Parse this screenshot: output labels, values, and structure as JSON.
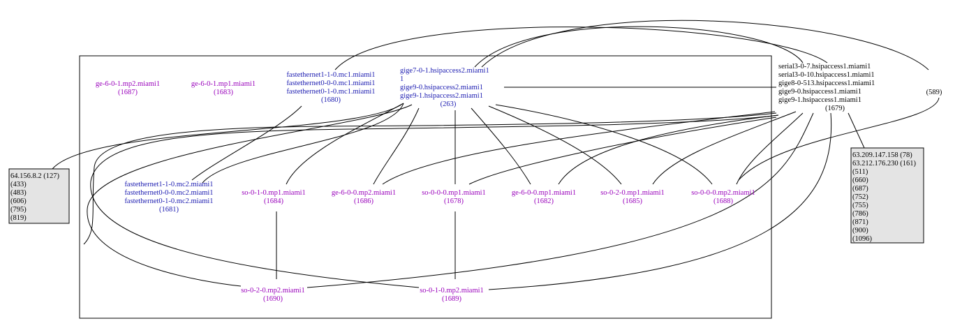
{
  "colors": {
    "purple": "#9900bb",
    "blue": "#1a1ab0",
    "black": "#000000",
    "box_fill": "#e4e4e4"
  },
  "nodes": {
    "n1687": {
      "lines": [
        "ge-6-0-1.mp2.miami1",
        "(1687)"
      ],
      "color": "purple"
    },
    "n1683": {
      "lines": [
        "ge-6-0-1.mp1.miami1",
        "(1683)"
      ],
      "color": "purple"
    },
    "n1680": {
      "lines": [
        "fastethernet1-1-0.mc1.miami1",
        "fastethernet0-0-0.mc1.miami1",
        "fastethernet0-1-0.mc1.miami1",
        "(1680)"
      ],
      "color": "blue"
    },
    "n263": {
      "lines": [
        "gige7-0-1.hsipaccess2.miami1",
        "1",
        "gige9-0.hsipaccess2.miami1",
        "gige9-1.hsipaccess2.miami1",
        "(263)"
      ],
      "color": "blue"
    },
    "n1679": {
      "lines": [
        "serial3-0-7.hsipaccess1.miami1",
        "serial3-0-10.hsipaccess1.miami1",
        "gige8-0-513.hsipaccess1.miami1",
        "gige9-0.hsipaccess1.miami1",
        "gige9-1.hsipaccess1.miami1",
        "(1679)"
      ],
      "color": "black"
    },
    "n589": {
      "lines": [
        "(589)"
      ],
      "color": "black"
    },
    "n1681": {
      "lines": [
        "fastethernet1-1-0.mc2.miami1",
        "fastethernet0-0-0.mc2.miami1",
        "fastethernet0-1-0.mc2.miami1",
        "(1681)"
      ],
      "color": "blue"
    },
    "n1684": {
      "lines": [
        "so-0-1-0.mp1.miami1",
        "(1684)"
      ],
      "color": "purple"
    },
    "n1686": {
      "lines": [
        "ge-6-0-0.mp2.miami1",
        "(1686)"
      ],
      "color": "purple"
    },
    "n1678": {
      "lines": [
        "so-0-0-0.mp1.miami1",
        "(1678)"
      ],
      "color": "purple"
    },
    "n1682": {
      "lines": [
        "ge-6-0-0.mp1.miami1",
        "(1682)"
      ],
      "color": "purple"
    },
    "n1685": {
      "lines": [
        "so-0-2-0.mp1.miami1",
        "(1685)"
      ],
      "color": "purple"
    },
    "n1688": {
      "lines": [
        "so-0-0-0.mp2.miami1",
        "(1688)"
      ],
      "color": "purple"
    },
    "n1690": {
      "lines": [
        "so-0-2-0.mp2.miami1",
        "(1690)"
      ],
      "color": "purple"
    },
    "n1689": {
      "lines": [
        "so-0-1-0.mp2.miami1",
        "(1689)"
      ],
      "color": "purple"
    }
  },
  "boxes": {
    "left": {
      "lines": [
        "64.156.8.2 (127)",
        "(433)",
        "(483)",
        "(606)",
        "(795)",
        "(819)"
      ]
    },
    "right": {
      "lines": [
        "63.209.147.158 (78)",
        "63.212.176.230 (161)",
        "(511)",
        "(660)",
        "(687)",
        "(752)",
        "(755)",
        "(786)",
        "(871)",
        "(900)",
        "(1096)"
      ]
    }
  }
}
